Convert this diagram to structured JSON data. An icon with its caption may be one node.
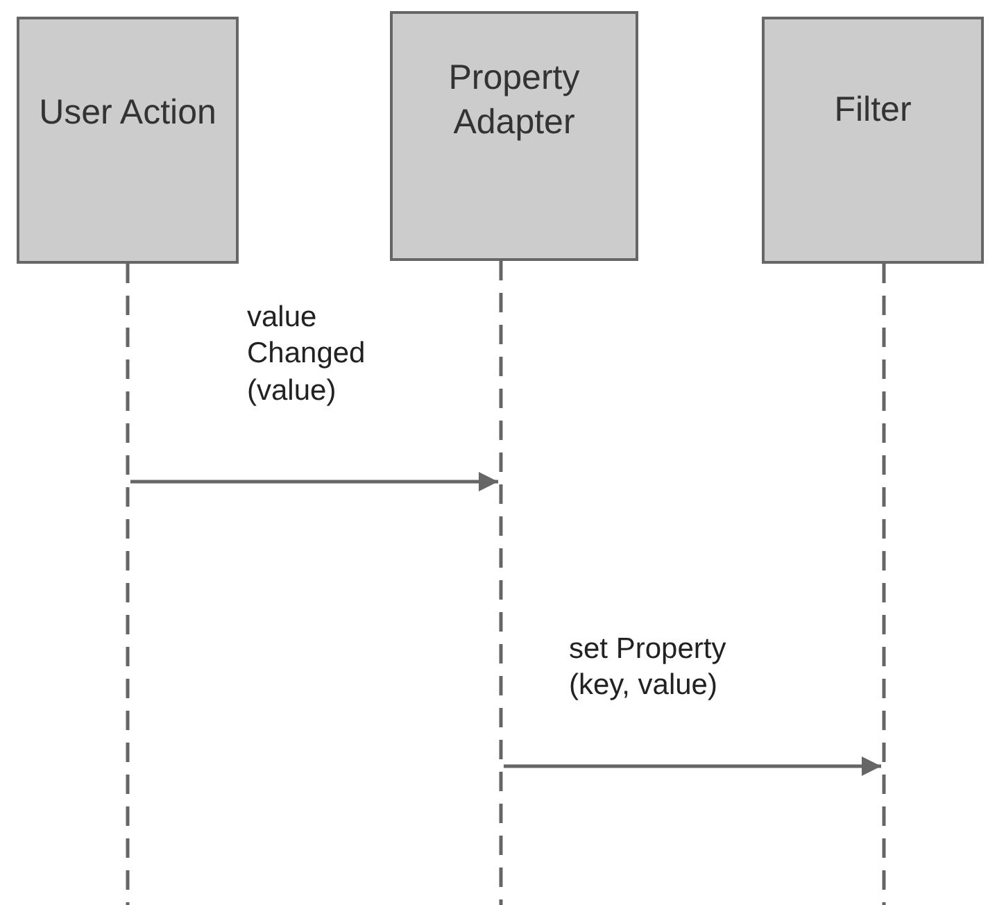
{
  "diagram": {
    "nodes": [
      {
        "text": [
          "User Action"
        ]
      },
      {
        "text": [
          "Property Adapter"
        ]
      },
      {
        "text": [
          "Filter"
        ]
      },
      {
        "text": [],
        "shape": "line"
      },
      {
        "text": [],
        "shape": "line"
      },
      {
        "text": [],
        "shape": "line"
      }
    ],
    "edges": [
      {
        "from": 3,
        "to": 4,
        "arrow": "to",
        "label": "value Changed (value)"
      },
      {
        "from": 4,
        "to": 5,
        "arrow": "to",
        "label": "set Property (key, value)"
      }
    ]
  }
}
